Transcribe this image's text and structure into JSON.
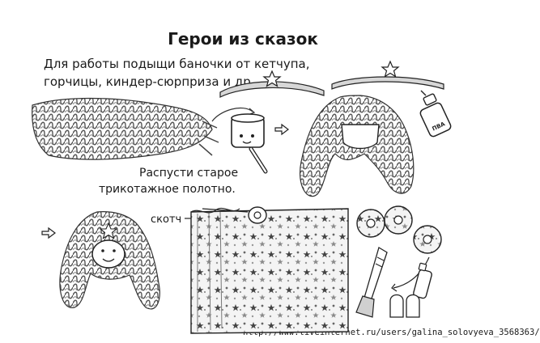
{
  "title": "Герои из сказок",
  "intro": {
    "line1": "Для работы подыщи баночки от кетчупа,",
    "line2": "горчицы, киндер-сюрприза и др."
  },
  "caption": {
    "line1": "Распусти старое",
    "line2": "трикотажное полотно."
  },
  "tape_label": "скотч",
  "glue_label": "ПВА",
  "footer_url": "http://www.liveinternet.ru/users/galina_solovyeva_3568363/",
  "icons": [
    "yarn-pile-icon",
    "jar-face-icon",
    "brush-icon",
    "crown-strip-icon",
    "wig-head-icon",
    "glue-bottle-icon",
    "doll-head-icon",
    "tinsel-fabric-icon",
    "tape-roll-icon",
    "sequin-disc-icon",
    "straw-icon",
    "arrow-right-icon"
  ]
}
